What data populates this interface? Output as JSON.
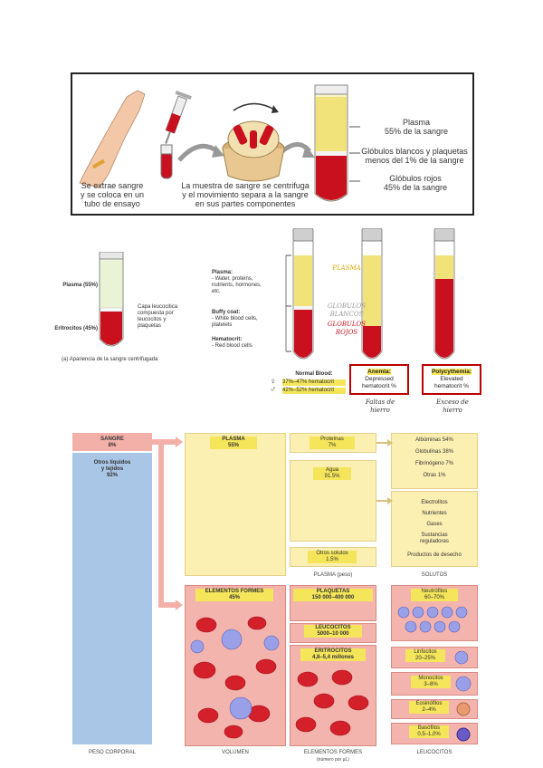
{
  "panel1": {
    "step1": "Se extrae sangre\ny se coloca en un\ntubo de ensayo",
    "step2": "La muestra de sangre se centrifuga\ny el movimiento separa a la sangre\nen sus partes componentes",
    "label_plasma": "Plasma\n55% de la sangre",
    "label_buffy": "Glóbulos blancos y plaquetas\nmenos del 1% de la sangre",
    "label_rbc": "Glóbulos rojos\n45% de la sangre"
  },
  "panel2": {
    "left_tube": {
      "plasma": "Plasma (55%)",
      "buffy": "Capa leucocitica\ncompuesta por\nleucocitos y\nplaquetas",
      "eritro": "Eritrocitos (45%)",
      "caption": "(a) Apariencia de la sangre centrifugada"
    },
    "legend": {
      "plasma_title": "Plasma:",
      "plasma_items": "- Water, proteins,\n  nutrients, hormones,\n  etc.",
      "buffy_title": "Buffy coat:",
      "buffy_items": "- White blood cells,\n  platelets",
      "hct_title": "Hematocrit:",
      "hct_items": "- Red blood cells"
    },
    "hand_plasma": "PLASMA",
    "hand_buffy": "GLOBULOS\nBLANCOS",
    "hand_rbc": "GLOBULOS\nROJOS",
    "normal_title": "Normal Blood:",
    "female": "37%–47% hematocrit",
    "male": "42%–52% hematocrit",
    "female_sym": "♀",
    "male_sym": "♂",
    "anemia_title": "Anemia:",
    "anemia_text": "Depressed\nhematocrit %",
    "poly_title": "Polycythemia:",
    "poly_text": "Elevated\nhematocrit %",
    "hand_anemia": "Faltas de\nhierro",
    "hand_poly": "Exceso de\nhierro"
  },
  "panel3": {
    "sangre": "SANGRE\n8%",
    "otros": "Otros líquidos\ny tejidos\n92%",
    "plasma": "PLASMA\n55%",
    "proteinas": "Proteínas\n7%",
    "agua": "Agua\n91.5%",
    "otros_solutos": "Otros solutos\n1.5%",
    "albuminas": "Albúminas 54%",
    "globulinas": "Globulinas 38%",
    "fibrinogeno": "Fibrinógeno 7%",
    "otras": "Otras 1%",
    "electrolitos": "Electrolitos",
    "nutrientes": "Nutrientes",
    "gases": "Gases",
    "sustancias": "Sustancias\nreguladoras",
    "productos": "Productos de desecho",
    "plasma_peso": "PLASMA (peso)",
    "solutos": "SOLUTOS",
    "elementos": "ELEMENTOS FORMES\n45%",
    "plaquetas": "PLAQUETAS\n150 000–400 000",
    "leucocitos_c": "LEUCOCITOS\n5000–10 000",
    "eritrocitos": "ERITROCITOS\n4,8–5,4 millones",
    "neutrofilos": "Neutrófilos\n60–70%",
    "linfocitos": "Linfocitos\n20–25%",
    "monocitos": "Monocitos\n3–8%",
    "eosinofilos": "Eosinófilos\n2–4%",
    "basofilos": "Basófilos\n0,5–1,0%",
    "foot_peso": "PESO CORPORAL",
    "foot_volumen": "VOLUMEN",
    "foot_elementos": "ELEMENTOS FORMES",
    "foot_elementos_sub": "(número por μL)",
    "foot_leucocitos": "LEUCOCITOS"
  },
  "colors": {
    "plasma": "#f2e27a",
    "rbc": "#c8101e",
    "highlight": "#f4e55a",
    "box_red": "#b00000",
    "blue_col": "#a9c6e6",
    "pink": "#f4b4ae"
  }
}
